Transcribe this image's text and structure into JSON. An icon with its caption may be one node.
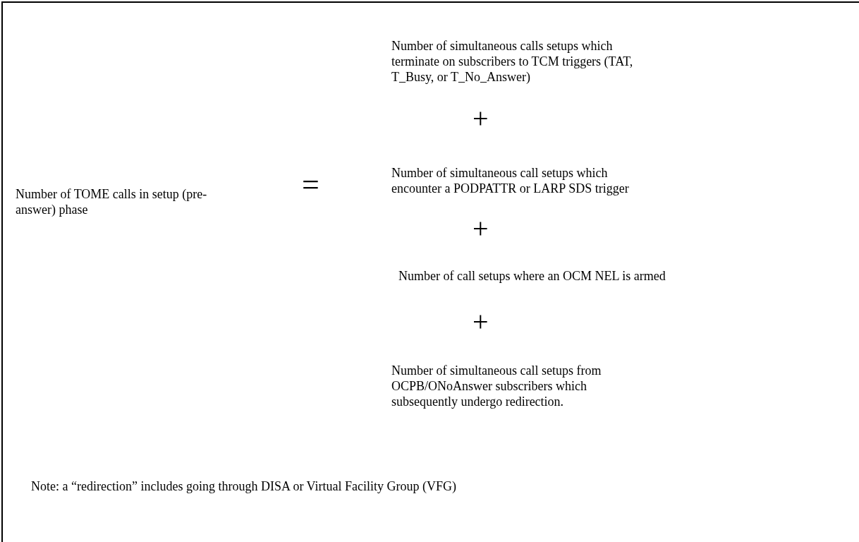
{
  "diagram": {
    "labels": [
      "Number of TOME calls in setup (pre-answer) phase",
      "=",
      "Number of simultaneous calls setups which terminate on subscribers to TCM triggers (TAT, T_Busy, or T_No_Answer)",
      "+",
      "Number of simultaneous call setups which encounter a PODPATTR or LARP SDS trigger",
      "+",
      "Number of call setups where an OCM NEL is armed",
      "+",
      "Number of simultaneous call setups from OCPB/ONoAnswer subscribers which subsequently undergo redirection.",
      "Note: a “redirection” includes going through DISA or Virtual Facility Group (VFG)"
    ]
  }
}
